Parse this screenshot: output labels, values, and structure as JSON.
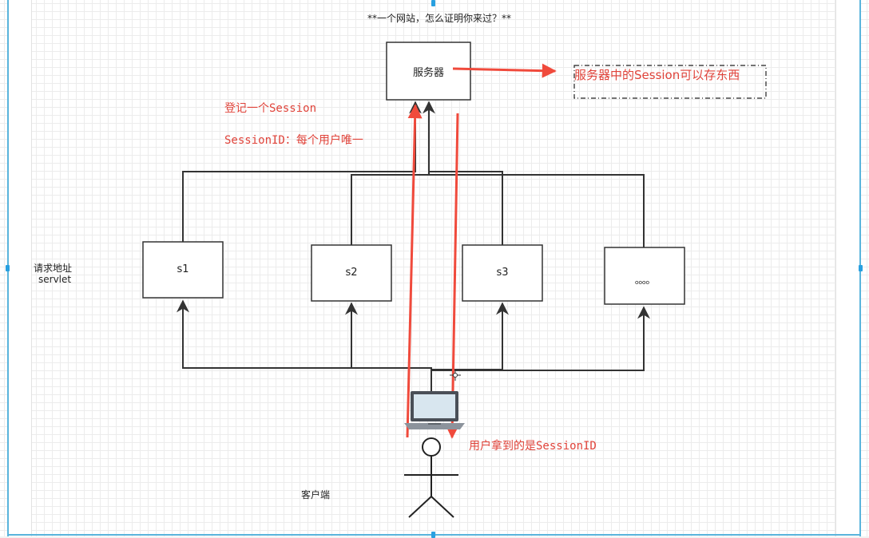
{
  "title": "**一个网站，怎么证明你来过？**",
  "server_label": "服务器",
  "note_label": "服务器中的Session可以存东西",
  "register_label": "登记一个Session",
  "session_id_label": "SessionID：每个用户唯一",
  "servlets": [
    "s1",
    "s2",
    "s3",
    "。。。。"
  ],
  "request_label": [
    "请求地址",
    "servlet"
  ],
  "client_label": "客户端",
  "user_receives_label": "用户拿到的是SessionID",
  "colors": {
    "red_arrow": "#f04a3c",
    "line": "#333333",
    "selection": "#59b4dc"
  }
}
